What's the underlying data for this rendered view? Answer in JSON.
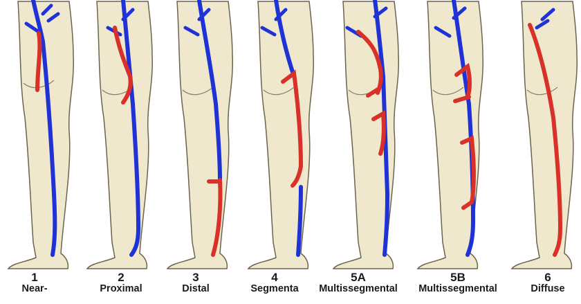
{
  "figure": {
    "panels": [
      {
        "id": "1",
        "number": "1",
        "label": "Near-"
      },
      {
        "id": "2",
        "number": "2",
        "label": "Proximal"
      },
      {
        "id": "3",
        "number": "3",
        "label": "Distal"
      },
      {
        "id": "4",
        "number": "4",
        "label": "Segmenta"
      },
      {
        "id": "5a",
        "number": "5A",
        "label": "Multissegmental"
      },
      {
        "id": "5b",
        "number": "5B",
        "label": "Multissegmental"
      },
      {
        "id": "6",
        "number": "6",
        "label": "Diffuse"
      }
    ],
    "colors": {
      "vein_normal": "#1f32d6",
      "vein_refluxing": "#d8312a",
      "skin": "#efe8cc",
      "skin_outline": "#6b6250"
    }
  }
}
